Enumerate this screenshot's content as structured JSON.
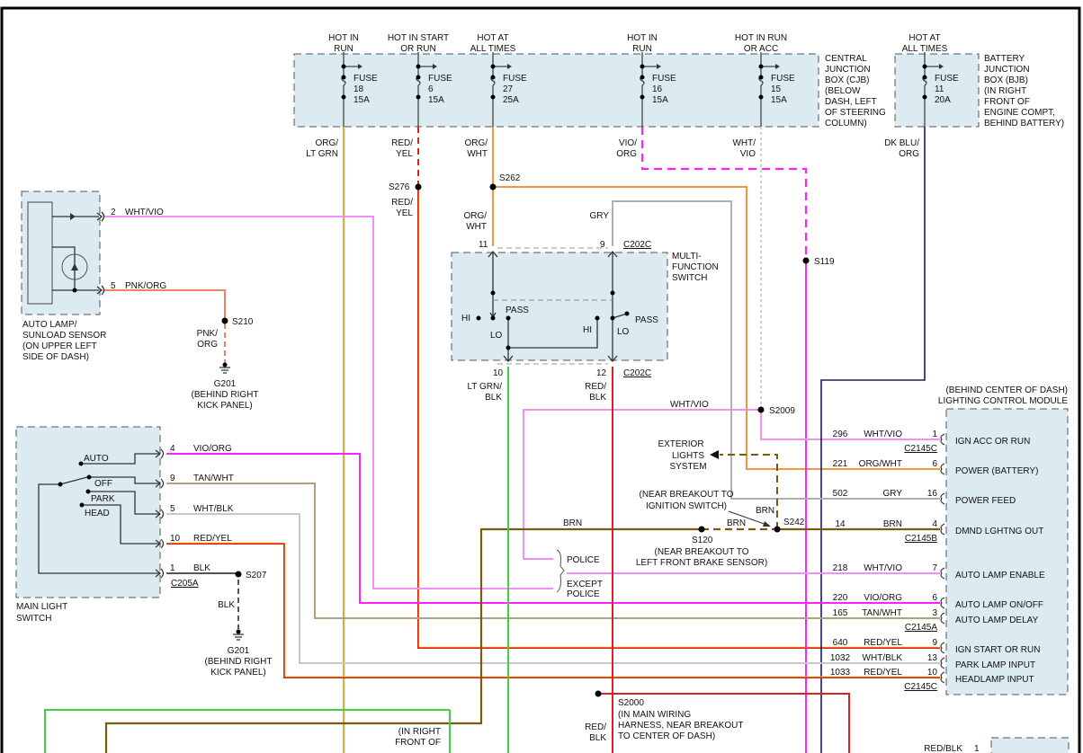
{
  "diagram": {
    "title": "Exterior Lighting / Lighting Control Module Wiring Schematic",
    "colors": {
      "org_ltgrn": "#f0a030",
      "ltgrn": "#a8e060",
      "red_yel": "#e02020",
      "yel": "#f0e020",
      "org_wht": "#f09840",
      "vio_org": "#ff20ff",
      "wht_vio": "#f090f0",
      "wht_vio_dash": "#d8d8d8",
      "dkblu": "#1a1a6a",
      "gry": "#b0b0b0",
      "tan_wht": "#b0a080",
      "wht_blk": "#c8c8c8",
      "brn": "#7a5a10",
      "blk": "#555555",
      "ltgrn_blk": "#40d040",
      "red_blk": "#e02020",
      "pnk_org": "#f08060",
      "box_fill": "#dcebf2"
    },
    "cjb": {
      "label_lines": [
        "CENTRAL",
        "JUNCTION",
        "BOX (CJB)",
        "(BELOW",
        "DASH, LEFT",
        "OF STEERING",
        "COLUMN)"
      ],
      "fuses": [
        {
          "hot": [
            "HOT IN",
            "RUN"
          ],
          "fuse": "FUSE",
          "num": "18",
          "amp": "15A",
          "wire": [
            "ORG/",
            "LT GRN"
          ]
        },
        {
          "hot": [
            "HOT IN START",
            "OR RUN"
          ],
          "fuse": "FUSE",
          "num": "6",
          "amp": "15A",
          "wire": [
            "RED/",
            "YEL"
          ]
        },
        {
          "hot": [
            "HOT AT",
            "ALL TIMES"
          ],
          "fuse": "FUSE",
          "num": "27",
          "amp": "25A",
          "wire": [
            "ORG/",
            "WHT"
          ]
        },
        {
          "hot": [
            "HOT IN",
            "RUN"
          ],
          "fuse": "FUSE",
          "num": "16",
          "amp": "15A",
          "wire": [
            "VIO/",
            "ORG"
          ]
        },
        {
          "hot": [
            "HOT IN RUN",
            "OR ACC"
          ],
          "fuse": "FUSE",
          "num": "15",
          "amp": "15A",
          "wire": [
            "WHT/",
            "VIO"
          ]
        }
      ]
    },
    "bjb": {
      "label_lines": [
        "BATTERY",
        "JUNCTION",
        "BOX (BJB)",
        "(IN RIGHT",
        "FRONT OF",
        "ENGINE COMPT,",
        "BEHIND BATTERY)"
      ],
      "fuse": {
        "hot": [
          "HOT AT",
          "ALL TIMES"
        ],
        "fuse": "FUSE",
        "num": "11",
        "amp": "20A",
        "wire": [
          "DK BLU/",
          "ORG"
        ]
      }
    },
    "splices": {
      "s276": "S276",
      "s262": "S262",
      "s119": "S119",
      "s210": "S210",
      "s207": "S207",
      "s2009": "S2009",
      "s242": "S242",
      "s120": "S120",
      "s2000": "S2000"
    },
    "wire_labels": {
      "red_yel": [
        "RED/",
        "YEL"
      ],
      "org_wht": [
        "ORG/",
        "WHT"
      ],
      "gry": "GRY",
      "pnk_org": [
        "PNK/",
        "ORG"
      ],
      "blk": "BLK",
      "ltgrn_blk": [
        "LT GRN/",
        "BLK"
      ],
      "red_blk": [
        "RED/",
        "BLK"
      ],
      "wht_vio": "WHT/VIO",
      "brn": "BRN"
    },
    "sensor": {
      "label_lines": [
        "AUTO LAMP/",
        "SUNLOAD SENSOR",
        "(ON UPPER LEFT",
        "SIDE OF DASH)"
      ],
      "pins": [
        {
          "pin": "2",
          "wire": "WHT/VIO"
        },
        {
          "pin": "5",
          "wire": "PNK/ORG"
        }
      ]
    },
    "ground": {
      "name": "G201",
      "loc_lines": [
        "(BEHIND RIGHT",
        "KICK PANEL)"
      ]
    },
    "mfs": {
      "label_lines": [
        "MULTI-",
        "FUNCTION",
        "SWITCH"
      ],
      "connector": "C202C",
      "pins_top": [
        "11",
        "9"
      ],
      "pins_bottom": [
        "10",
        "12"
      ],
      "hi": "HI",
      "lo": "LO",
      "pass": "PASS"
    },
    "main_switch": {
      "label_lines": [
        "MAIN LIGHT",
        "SWITCH"
      ],
      "positions": [
        "AUTO",
        "OFF",
        "PARK",
        "HEAD"
      ],
      "connector": "C205A",
      "pins": [
        {
          "pin": "4",
          "wire": "VIO/ORG"
        },
        {
          "pin": "9",
          "wire": "TAN/WHT"
        },
        {
          "pin": "5",
          "wire": "WHT/BLK"
        },
        {
          "pin": "10",
          "wire": "RED/YEL"
        },
        {
          "pin": "1",
          "wire": "BLK"
        }
      ]
    },
    "notes": {
      "exterior": [
        "EXTERIOR",
        "LIGHTS",
        "SYSTEM"
      ],
      "near_ign": [
        "(NEAR BREAKOUT TO",
        "IGNITION SWITCH)"
      ],
      "near_brake": [
        "(NEAR BREAKOUT TO",
        "LEFT FRONT BRAKE SENSOR)"
      ],
      "police": "POLICE",
      "except_police": [
        "EXCEPT",
        "POLICE"
      ],
      "s2000_loc": [
        "(IN MAIN WIRING",
        "HARNESS, NEAR BREAKOUT",
        "TO CENTER OF DASH)"
      ],
      "right_front": [
        "(IN RIGHT",
        "FRONT OF"
      ],
      "bottom_right_wire": "RED/BLK",
      "bottom_right_pin": "1"
    },
    "lcm": {
      "location": "(BEHIND CENTER OF DASH)",
      "name": "LIGHTING CONTROL MODULE",
      "circuits": [
        {
          "circuit": "296",
          "wire": "WHT/VIO",
          "pin": "1",
          "func": "IGN ACC OR RUN",
          "conn": "C2145C"
        },
        {
          "circuit": "221",
          "wire": "ORG/WHT",
          "pin": "6",
          "func": "POWER (BATTERY)",
          "conn": ""
        },
        {
          "circuit": "502",
          "wire": "GRY",
          "pin": "16",
          "func": "POWER FEED",
          "conn": ""
        },
        {
          "circuit": "14",
          "wire": "BRN",
          "pin": "4",
          "func": "DMND LGHTNG OUT",
          "conn": "C2145B"
        },
        {
          "circuit": "218",
          "wire": "WHT/VIO",
          "pin": "7",
          "func": "AUTO LAMP ENABLE",
          "conn": ""
        },
        {
          "circuit": "220",
          "wire": "VIO/ORG",
          "pin": "6",
          "func": "AUTO LAMP ON/OFF",
          "conn": ""
        },
        {
          "circuit": "165",
          "wire": "TAN/WHT",
          "pin": "3",
          "func": "AUTO LAMP DELAY",
          "conn": "C2145A"
        },
        {
          "circuit": "640",
          "wire": "RED/YEL",
          "pin": "9",
          "func": "IGN START OR RUN",
          "conn": ""
        },
        {
          "circuit": "1032",
          "wire": "WHT/BLK",
          "pin": "13",
          "func": "PARK LAMP INPUT",
          "conn": ""
        },
        {
          "circuit": "1033",
          "wire": "RED/YEL",
          "pin": "10",
          "func": "HEADLAMP INPUT",
          "conn": "C2145C"
        }
      ]
    }
  }
}
